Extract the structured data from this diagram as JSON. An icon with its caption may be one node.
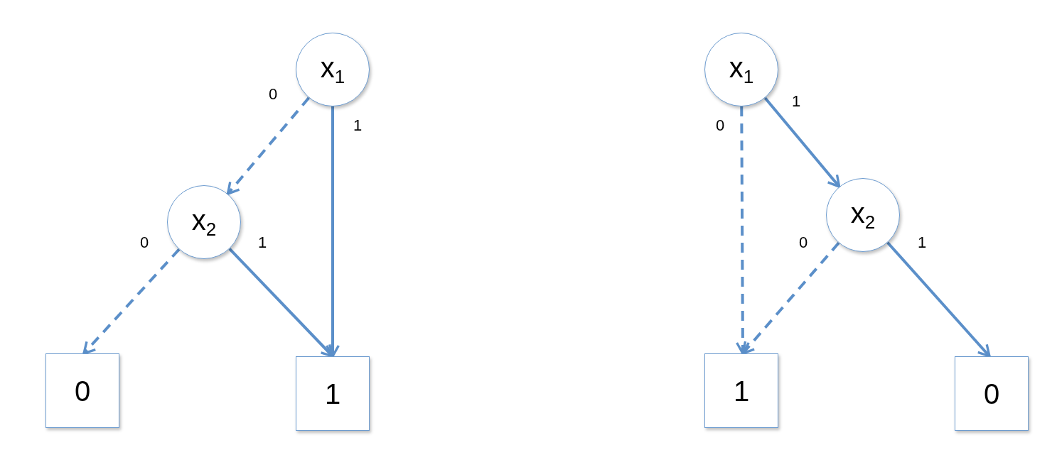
{
  "diagram": {
    "nodes": [
      {
        "text": [
          "x$_{1}$"
        ]
      },
      {
        "text": [
          "x$_{2}$"
        ]
      },
      {
        "text": [
          "0"
        ]
      },
      {
        "text": [
          "1"
        ]
      },
      {
        "text": [
          "x$_{1}$"
        ]
      },
      {
        "text": [
          "x$_{2}$"
        ]
      },
      {
        "text": [
          "1"
        ]
      },
      {
        "text": [
          "0"
        ]
      }
    ],
    "edges": [
      {
        "from": 0,
        "to": 1,
        "arrow": "to",
        "label": "0",
        "style": "dashed"
      },
      {
        "from": 0,
        "to": 3,
        "arrow": "to",
        "label": "1"
      },
      {
        "from": 1,
        "to": 2,
        "arrow": "to",
        "label": "0",
        "style": "dashed"
      },
      {
        "from": 1,
        "to": 3,
        "arrow": "to",
        "label": "1"
      },
      {
        "from": 4,
        "to": 6,
        "arrow": "to",
        "label": "0",
        "style": "dashed"
      },
      {
        "from": 4,
        "to": 5,
        "arrow": "to",
        "label": "1"
      },
      {
        "from": 5,
        "to": 6,
        "arrow": "to",
        "label": "0",
        "style": "dashed"
      },
      {
        "from": 5,
        "to": 7,
        "arrow": "to",
        "label": "1"
      }
    ]
  }
}
